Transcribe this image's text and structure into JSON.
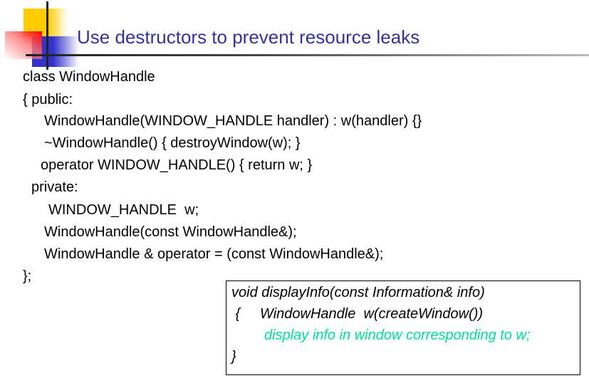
{
  "title": "Use destructors to prevent resource leaks",
  "code_lines": [
    "class WindowHandle",
    "{ public:",
    "WindowHandle(WINDOW_HANDLE handler) : w(handler) {}",
    "~WindowHandle() { destroyWindow(w); }",
    "operator WINDOW_HANDLE() { return w; }",
    "private:",
    "WINDOW_HANDLE  w;",
    "WindowHandle(const WindowHandle&);",
    "WindowHandle & operator = (const WindowHandle&);",
    "};"
  ],
  "example_box": {
    "lines": [
      "void displayInfo(const Information& info)",
      " {     WindowHandle  w(createWindow())",
      "display info in window corresponding to w;",
      "}"
    ],
    "highlight_color": "#00dd99"
  },
  "colors": {
    "title": "#333399",
    "logo_yellow": "#ffcc00",
    "logo_blue": "#3333cc",
    "logo_red": "#ff0000"
  }
}
